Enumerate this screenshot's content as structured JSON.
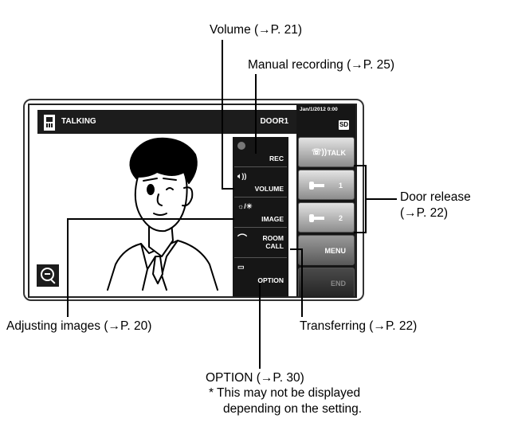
{
  "callouts": {
    "volume": "Volume (→P. 21)",
    "manual_recording": "Manual recording (→P. 25)",
    "door_release_1": "Door release",
    "door_release_2": "(→P. 22)",
    "adjusting_images": "Adjusting images (→P. 20)",
    "transferring": "Transferring (→P. 22)",
    "option": "OPTION (→P. 30)",
    "note_1": "*  This may not be displayed",
    "note_2": "depending on the setting."
  },
  "screen": {
    "status": "TALKING",
    "door": "DOOR1",
    "date": "Jan/1/2012 0:00",
    "sd": "SD",
    "menu_buttons": {
      "rec": "REC",
      "volume": "VOLUME",
      "image": "IMAGE",
      "room_call_1": "ROOM",
      "room_call_2": "CALL",
      "option": "OPTION"
    },
    "right_buttons": {
      "talk": "TALK",
      "door1": "1",
      "door2": "2",
      "menu": "MENU",
      "end": "END"
    }
  },
  "icons": {
    "intercom": "intercom-icon",
    "zoom": "zoom-out-icon",
    "rec": "record-dot-icon",
    "volume": "speaker-icon",
    "image": "brightness-icon",
    "room_call": "transfer-icon",
    "option": "option-icon",
    "talk": "talk-icon",
    "key": "key-icon"
  },
  "colors": {
    "panel": "#161616",
    "button_light": "#e3e3e3",
    "button_dark": "#242424"
  }
}
